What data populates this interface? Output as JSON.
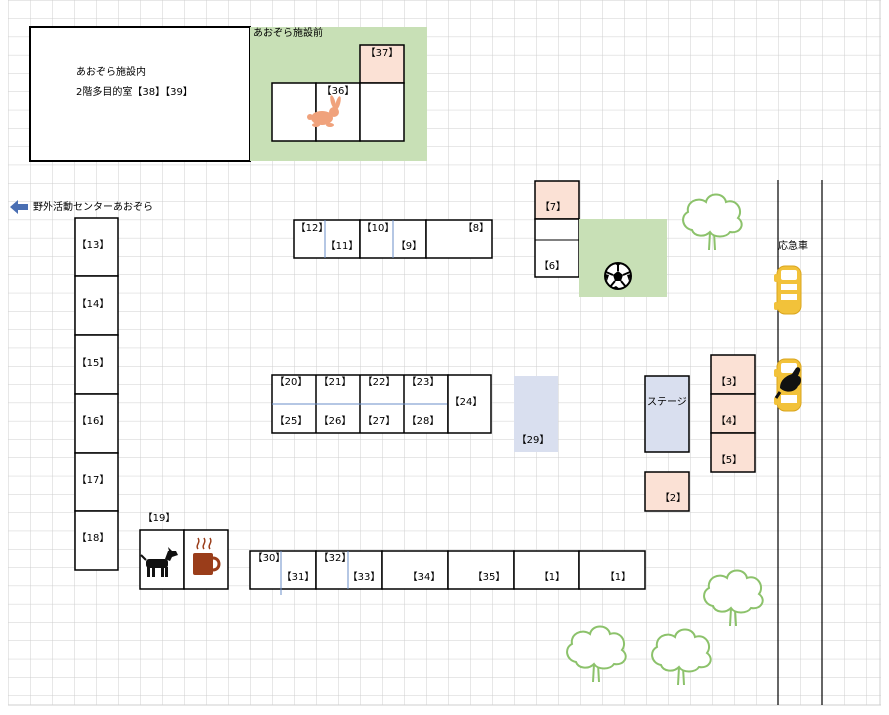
{
  "colors": {
    "grid": "#cfcfcf",
    "booth_peach": "#fbe1d5",
    "green_area": "#c8e0b6",
    "blue_area": "#d9dfef",
    "arrow": "#4a6fb3",
    "tree": "#8cc26b",
    "bus": "#f2c23a",
    "rabbit": "#f0a27c",
    "mug": "#9a3d1a"
  },
  "building": {
    "line1": "あおぞら施設内",
    "line2": "2階多目的室【38】【39】"
  },
  "front_area": {
    "label": "あおぞら施設前"
  },
  "center_link": {
    "label": "野外活動センターあおぞら"
  },
  "ambulance": {
    "label": "応急車"
  },
  "stage": {
    "label": "ステージ"
  },
  "icons": [
    "rabbit-icon",
    "soccer-ball-icon",
    "dog-icon",
    "coffee-mug-icon",
    "tree-icon",
    "bus-icon",
    "left-arrow-icon"
  ],
  "booths": {
    "b1a": "【1】",
    "b1b": "【1】",
    "b2": "【2】",
    "b3": "【3】",
    "b4": "【4】",
    "b5": "【5】",
    "b6": "【6】",
    "b7": "【7】",
    "b8": "【8】",
    "b9": "【9】",
    "b10": "【10】",
    "b11": "【11】",
    "b12": "【12】",
    "b13": "【13】",
    "b14": "【14】",
    "b15": "【15】",
    "b16": "【16】",
    "b17": "【17】",
    "b18": "【18】",
    "b19": "【19】",
    "b20": "【20】",
    "b21": "【21】",
    "b22": "【22】",
    "b23": "【23】",
    "b24": "【24】",
    "b25": "【25】",
    "b26": "【26】",
    "b27": "【27】",
    "b28": "【28】",
    "b29": "【29】",
    "b30": "【30】",
    "b31": "【31】",
    "b32": "【32】",
    "b33": "【33】",
    "b34": "【34】",
    "b35": "【35】",
    "b36": "【36】",
    "b37": "【37】"
  }
}
